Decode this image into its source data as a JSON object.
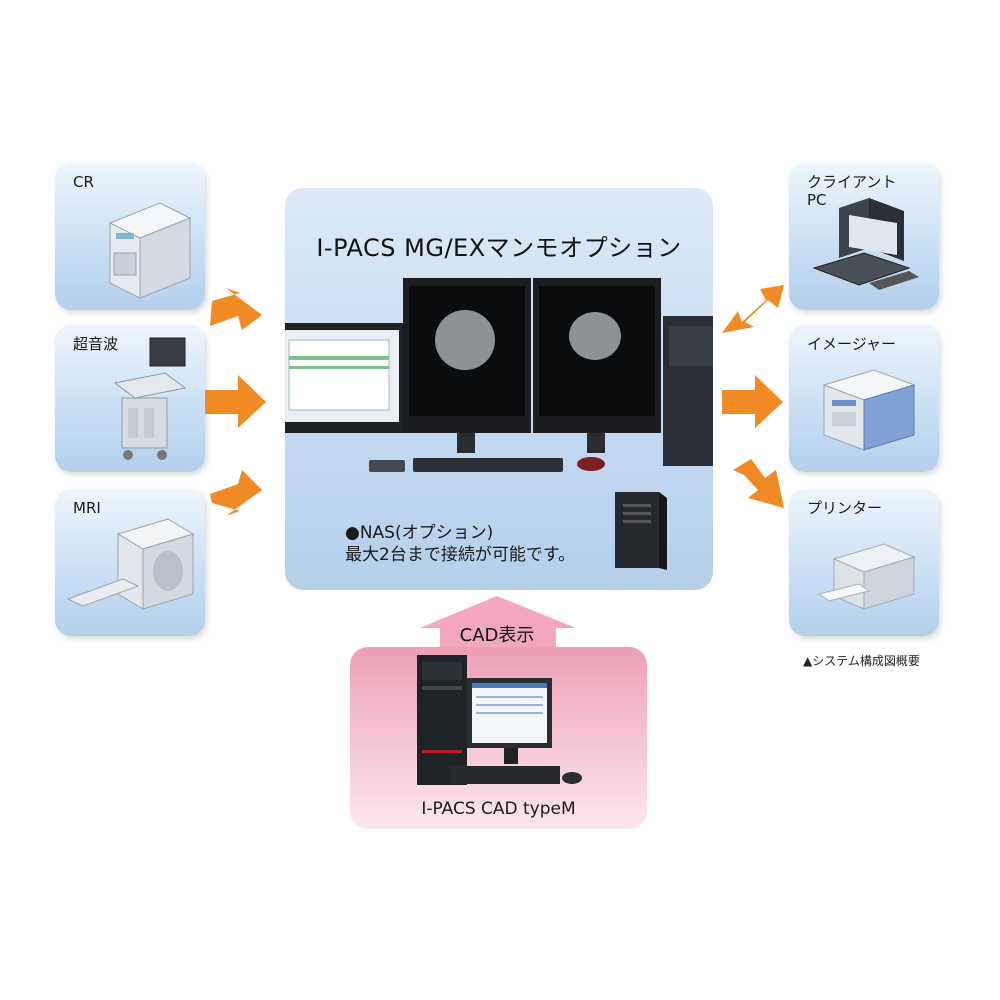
{
  "center": {
    "title": "I-PACS MG/EXマンモオプション",
    "nas_line1": "●NAS(オプション)",
    "nas_line2": "最大2台まで接続が可能です。"
  },
  "inputs": [
    {
      "label": "CR",
      "icon": "cr-device-icon"
    },
    {
      "label": "超音波",
      "icon": "ultrasound-device-icon"
    },
    {
      "label": "MRI",
      "icon": "mri-scanner-icon"
    }
  ],
  "outputs": [
    {
      "label": "クライアント\nPC",
      "icon": "client-pc-icon"
    },
    {
      "label": "イメージャー",
      "icon": "imager-icon"
    },
    {
      "label": "プリンター",
      "icon": "printer-icon"
    }
  ],
  "cad": {
    "arrow_label": "CAD表示",
    "caption": "I-PACS CAD typeM"
  },
  "footnote": "▲システム構成図概要",
  "colors": {
    "arrow": "#f08a24",
    "pink_arrow": "#f2a7bf",
    "box_blue": "#c9def2",
    "cad_pink": "#f5c5d4"
  }
}
